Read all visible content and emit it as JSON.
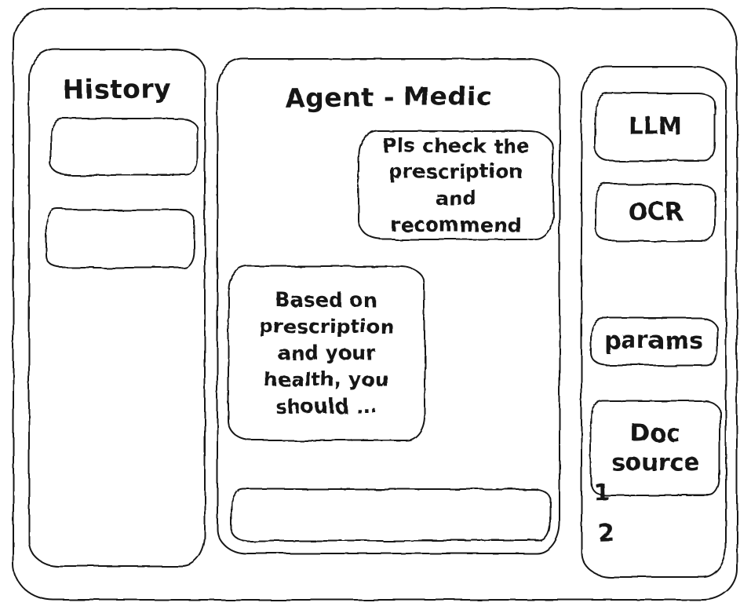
{
  "chat": {
    "title": "Agent - Medic",
    "user_message": "Pls check the prescription and recommend",
    "agent_message": "Based on prescription and your health, you should ..."
  },
  "history": {
    "title": "History"
  },
  "tools": {
    "llm_label": "LLM",
    "ocr_label": "OCR",
    "params_label": "params",
    "doc_source_label": "Doc source",
    "doc_items": [
      "1",
      "2"
    ]
  }
}
